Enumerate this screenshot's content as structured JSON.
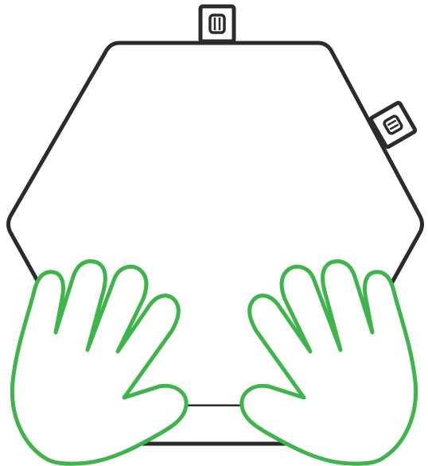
{
  "illustration": {
    "device_color": "#2b2b2b",
    "hand_color": "#3db54a",
    "background_color": "#ffffff",
    "components": [
      "hexagonal-device",
      "top-connector",
      "side-connector",
      "left-hand",
      "right-hand"
    ]
  }
}
